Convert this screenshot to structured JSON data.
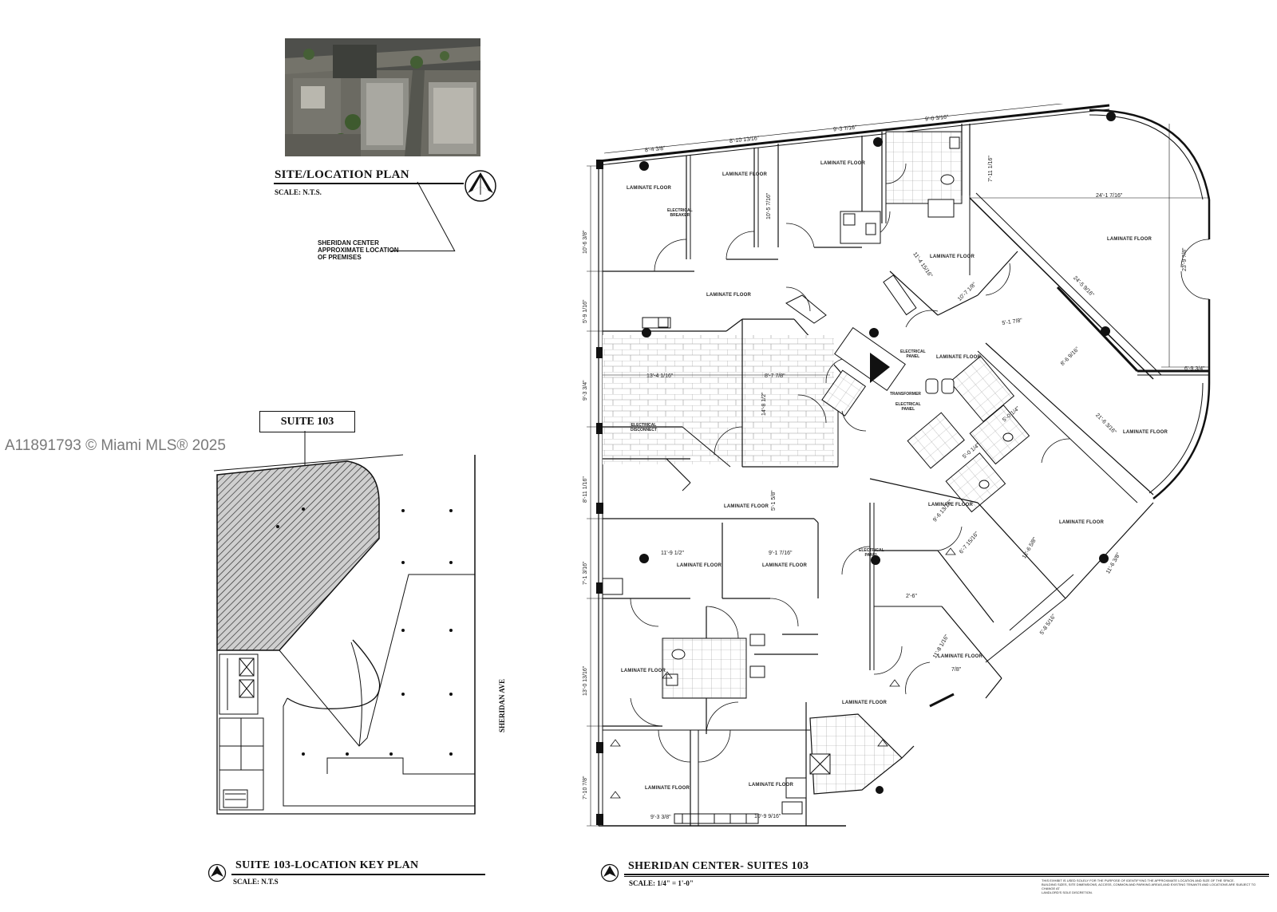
{
  "watermark": "A11891793 © Miami MLS® 2025",
  "site_plan": {
    "title": "SITE/LOCATION PLAN",
    "scale": "SCALE: N.T.S.",
    "callout": [
      "SHERIDAN CENTER",
      "APPROXIMATE LOCATION",
      "OF PREMISES"
    ]
  },
  "key_plan": {
    "suite_label": "SUITE 103",
    "street": "SHERIDAN AVE",
    "title": "SUITE 103-LOCATION KEY PLAN",
    "scale": "SCALE: N.T.S"
  },
  "floor_plan": {
    "title": "SHERIDAN CENTER- SUITES 103",
    "scale": "SCALE: 1/4\" = 1'-0\"",
    "disclaimer": [
      "THIS EXHIBIT IS USED SOLELY FOR THE PURPOSE OF IDENTIFYING THE APPROXIMATE LOCATION AND SIZE OF THE SPACE.",
      "BUILDING SIZES, SITE DIMENSIONS, ACCESS, COMMON AND PARKING AREAS,AND EXISTING TENANTS AND LOCATIONS ARE SUBJECT TO CHANGE AT",
      "LANDLORD'S SOLE DISCRETION."
    ],
    "room_label": "LAMINATE FLOOR",
    "labels": {
      "electrical_breaker": [
        "ELECTRICAL",
        "BREAKER"
      ],
      "electrical_panel": [
        "ELECTRICAL",
        "PANEL"
      ],
      "transformer": "TRANSFORMER",
      "electrical_disconnect": [
        "ELECTRICAL",
        "DISCONNECT"
      ]
    },
    "dims_top": [
      "8'-4 3/8\"",
      "8'-10 13/16\"",
      "9'-3 7/16\"",
      "9'-0 3/16\""
    ],
    "dims_left": [
      "10'-6 3/8\"",
      "5'-9 1/16\"",
      "9'-3 3/4\"",
      "8'-11 1/16\"",
      "7'-1 3/16\"",
      "13'-0 13/16\"",
      "7'-10 7/8\""
    ],
    "dims_interior": {
      "d1": "10'-5 7/16\"",
      "d2": "13'-4 1/16\"",
      "d3": "8'-7 7/8\"",
      "d4": "14'-8 1/2\"",
      "d5": "5'-1 5/8\"",
      "d6": "11'-9 1/2\"",
      "d7": "9'-1 7/16\"",
      "d8": "9'-3 3/8\"",
      "d9": "10'-9 9/16\"",
      "d10": "24'-1 7/16\"",
      "d11": "23'-9 7/8\"",
      "d12": "7'-11 1/16\"",
      "d13": "11'-4 15/16\"",
      "d14": "10'-7 1/8\"",
      "d15": "24'-5 9/16\"",
      "d16": "5'-1 7/8\"",
      "d17": "8'-6 9/16\"",
      "d18": "6'-9 3/4\"",
      "d19": "21'-6 3/16\"",
      "d20": "5'-0 1/4\"",
      "d21": "5'-0 1/4\"",
      "d22": "9'-6 13/16\"",
      "d23": "6'-7 15/16\"",
      "d24": "12'-6 5/8\"",
      "d25": "11'-6 3/8\"",
      "d26": "5'-8 5/16\"",
      "d27": "11'-8 1/16\"",
      "d28": "7/8\"",
      "d29": "2'-6\""
    }
  }
}
